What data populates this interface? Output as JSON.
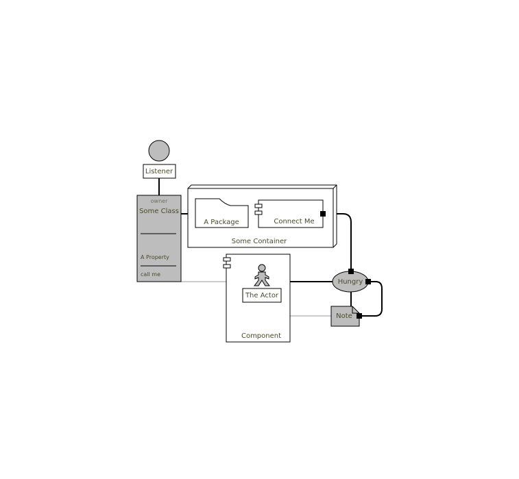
{
  "diagram": {
    "listener": {
      "label": "Listener"
    },
    "some_class": {
      "stereotype": "owner",
      "name": "Some Class",
      "property": "A Property",
      "operation": "call me"
    },
    "container": {
      "label": "Some Container"
    },
    "package": {
      "label": "A Package"
    },
    "connect_me": {
      "label": "Connect Me"
    },
    "component": {
      "label": "Component"
    },
    "actor": {
      "label": "The Actor"
    },
    "hungry": {
      "label": "Hungry"
    },
    "note": {
      "label": "Note"
    }
  },
  "colors": {
    "shape_fill": "#bdbdbd",
    "outline": "#000000",
    "text": "#4a4a2a",
    "light_connector": "#cccccc"
  }
}
